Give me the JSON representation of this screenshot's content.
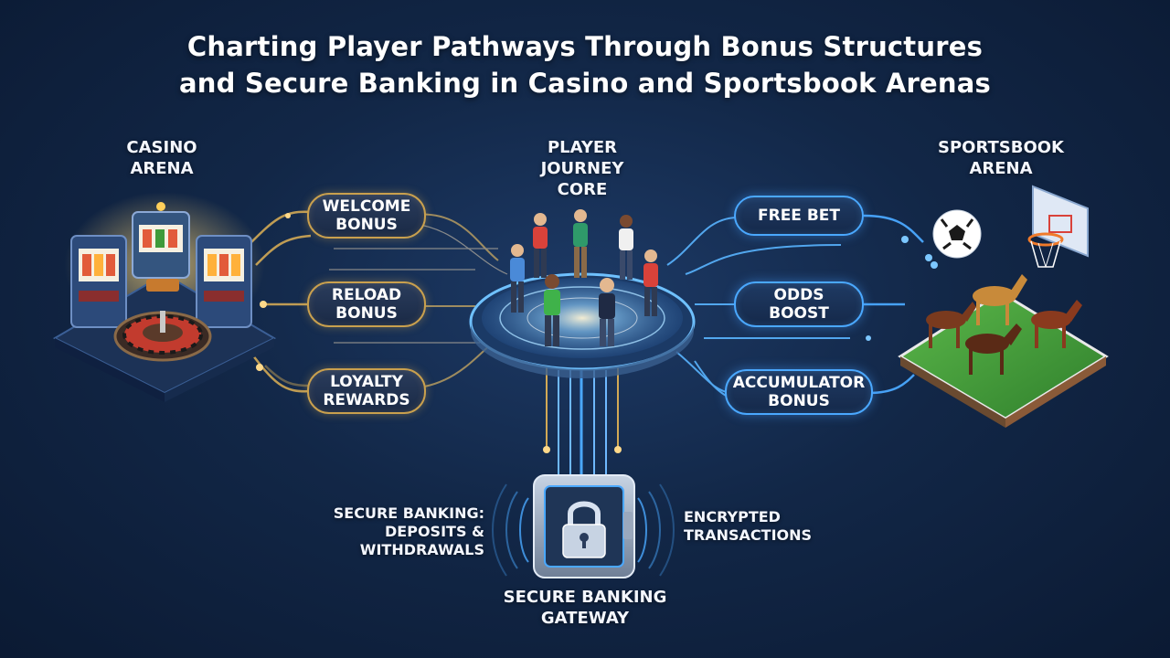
{
  "title": {
    "line1": "Charting Player Pathways Through Bonus Structures",
    "line2": "and Secure Banking in Casino and Sportsbook Arenas"
  },
  "casino": {
    "line1": "CASINO",
    "line2": "ARENA"
  },
  "core": {
    "line1": "PLAYER",
    "line2": "JOURNEY",
    "line3": "CORE"
  },
  "sportsbook": {
    "line1": "SPORTSBOOK",
    "line2": "ARENA"
  },
  "casino_bonuses": [
    {
      "line1": "WELCOME",
      "line2": "BONUS"
    },
    {
      "line1": "RELOAD",
      "line2": "BONUS"
    },
    {
      "line1": "LOYALTY",
      "line2": "REWARDS"
    }
  ],
  "sports_bonuses": [
    {
      "line1": "FREE BET",
      "line2": ""
    },
    {
      "line1": "ODDS",
      "line2": "BOOST"
    },
    {
      "line1": "ACCUMULATOR",
      "line2": "BONUS"
    }
  ],
  "banking": {
    "left_line1": "SECURE BANKING:",
    "left_line2": "DEPOSITS &",
    "left_line3": "WITHDRAWALS",
    "right_line1": "ENCRYPTED",
    "right_line2": "TRANSACTIONS",
    "gateway_line1": "SECURE BANKING",
    "gateway_line2": "GATEWAY"
  },
  "colors": {
    "background": "#122747",
    "gold_accent": "#c9a04e",
    "blue_accent": "#4aa8ff",
    "turf": "#3f9a3a"
  }
}
